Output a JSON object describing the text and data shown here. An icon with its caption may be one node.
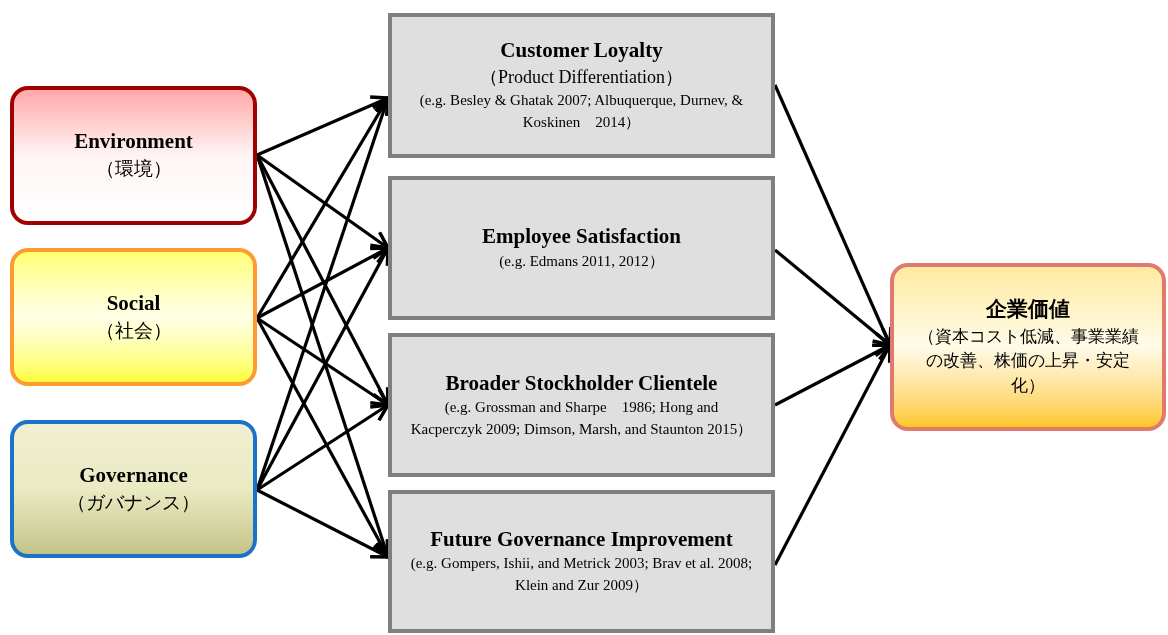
{
  "diagram": {
    "nodes": [
      {
        "text": [
          "Environment",
          "（環境）"
        ]
      },
      {
        "text": [
          "Social",
          "（社会）"
        ]
      },
      {
        "text": [
          "Governance",
          "（ガバナンス）"
        ]
      },
      {
        "text": [
          "Customer Loyalty",
          "（Product Differentiation）",
          "(e.g. Besley & Ghatak 2007; Albuquerque, Durnev, & Koskinen　2014）"
        ]
      },
      {
        "text": [
          "Employee Satisfaction",
          "(e.g. Edmans 2011, 2012）"
        ]
      },
      {
        "text": [
          "Broader Stockholder Clientele",
          "(e.g. Grossman and Sharpe　1986; Hong and Kacperczyk 2009; Dimson, Marsh, and Staunton 2015）"
        ]
      },
      {
        "text": [
          "Future Governance Improvement",
          "(e.g. Gompers, Ishii, and Metrick 2003; Brav et al. 2008; Klein and Zur 2009）"
        ]
      },
      {
        "text": [
          "企業価値",
          "（資本コスト低減、事業業績の改善、株価の上昇・安定化）"
        ]
      }
    ],
    "edges": [
      {
        "from": 0,
        "to": 3,
        "arrow": "to"
      },
      {
        "from": 0,
        "to": 4,
        "arrow": "to"
      },
      {
        "from": 0,
        "to": 5,
        "arrow": "to"
      },
      {
        "from": 0,
        "to": 6,
        "arrow": "to"
      },
      {
        "from": 1,
        "to": 3,
        "arrow": "to"
      },
      {
        "from": 1,
        "to": 4,
        "arrow": "to"
      },
      {
        "from": 1,
        "to": 5,
        "arrow": "to"
      },
      {
        "from": 1,
        "to": 6,
        "arrow": "to"
      },
      {
        "from": 2,
        "to": 3,
        "arrow": "to"
      },
      {
        "from": 2,
        "to": 4,
        "arrow": "to"
      },
      {
        "from": 2,
        "to": 5,
        "arrow": "to"
      },
      {
        "from": 2,
        "to": 6,
        "arrow": "to"
      },
      {
        "from": 3,
        "to": 7,
        "arrow": "to"
      },
      {
        "from": 4,
        "to": 7,
        "arrow": "to"
      },
      {
        "from": 5,
        "to": 7,
        "arrow": "to"
      },
      {
        "from": 6,
        "to": 7,
        "arrow": "to"
      }
    ]
  }
}
